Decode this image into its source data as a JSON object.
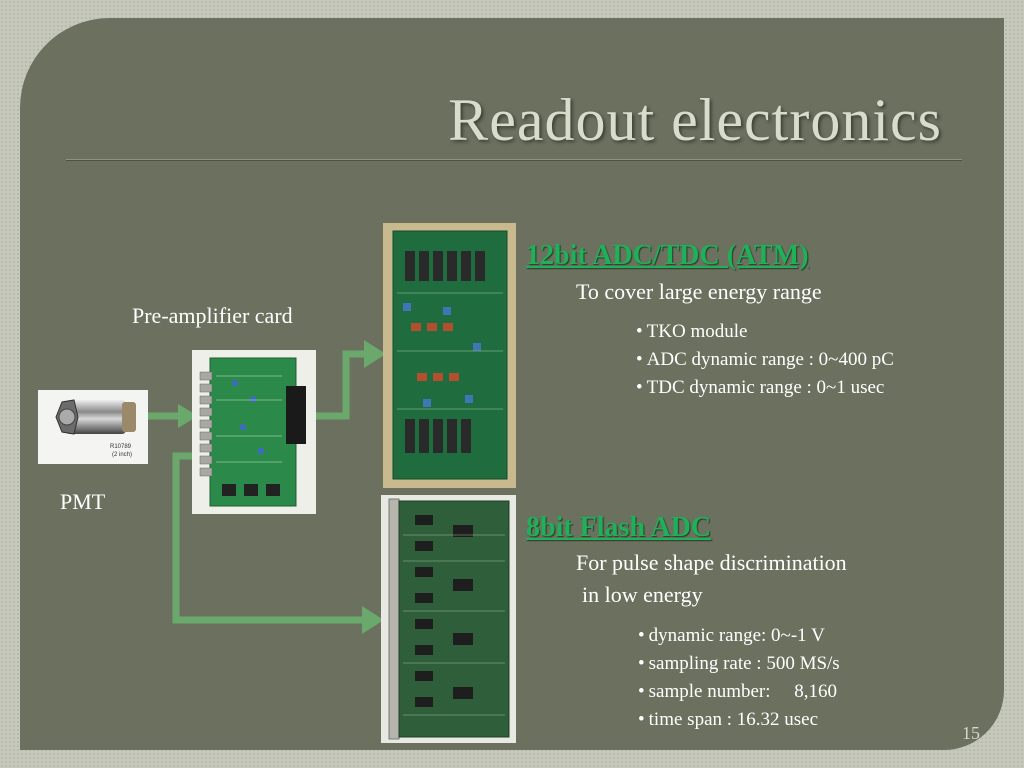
{
  "slide": {
    "title": "Readout electronics",
    "number": "15"
  },
  "pmt": {
    "label": "PMT",
    "model": "R10789",
    "size": "(2 inch)"
  },
  "preamp": {
    "label": "Pre-amplifier card"
  },
  "atm": {
    "heading": "12bit ADC/TDC (ATM)",
    "subtitle": "To cover large energy range",
    "bullets": [
      "TKO module",
      "ADC dynamic range : 0~400 pC",
      "TDC dynamic range : 0~1 usec"
    ]
  },
  "fadc": {
    "heading": "8bit Flash ADC",
    "subtitle_line1": "For pulse shape discrimination",
    "subtitle_line2": "in low energy",
    "bullets": [
      "dynamic range: 0~-1 V",
      "sampling rate : 500 MS/s",
      "sample number:     8,160",
      "time span : 16.32 usec"
    ]
  },
  "colors": {
    "background": "#6b705f",
    "heading_green": "#1fb05a",
    "arrow_green": "#6aa86c"
  }
}
